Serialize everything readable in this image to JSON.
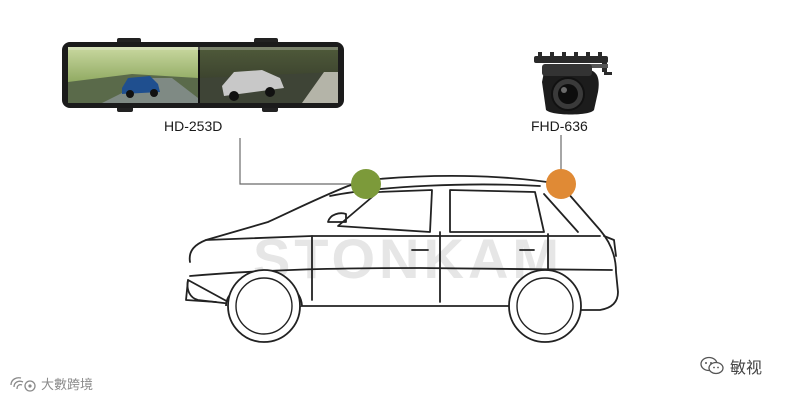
{
  "labels": {
    "mirror_model": "HD-253D",
    "camera_model": "FHD-636"
  },
  "watermark": {
    "brand": "STONKAM",
    "footer_text": "大數跨境",
    "wechat_account": "敏视"
  },
  "colors": {
    "mirror_marker": "#7c9a3a",
    "camera_marker": "#e08a35",
    "connector_line": "#6b6b6b",
    "car_outline": "#222222"
  },
  "icons": {
    "footer": "weibo-icon",
    "wechat": "wechat-icon"
  }
}
